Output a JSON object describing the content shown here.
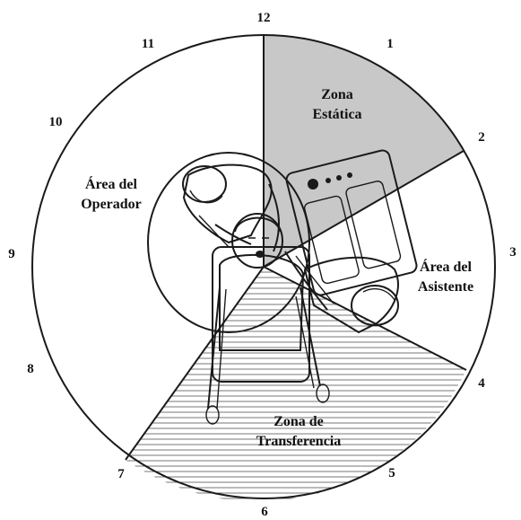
{
  "colors": {
    "static_zone_fill": "#c8c8c8",
    "outline": "#1a1a1a",
    "background": "#ffffff"
  },
  "clock": [
    "12",
    "1",
    "2",
    "3",
    "4",
    "5",
    "6",
    "7",
    "8",
    "9",
    "10",
    "11"
  ],
  "zones": {
    "static": [
      "Zona",
      "Estática"
    ],
    "operator": [
      "Área del",
      "Operador"
    ],
    "assistant": [
      "Área del",
      "Asistente"
    ],
    "transfer": [
      "Zona de",
      "Transferencia"
    ]
  }
}
